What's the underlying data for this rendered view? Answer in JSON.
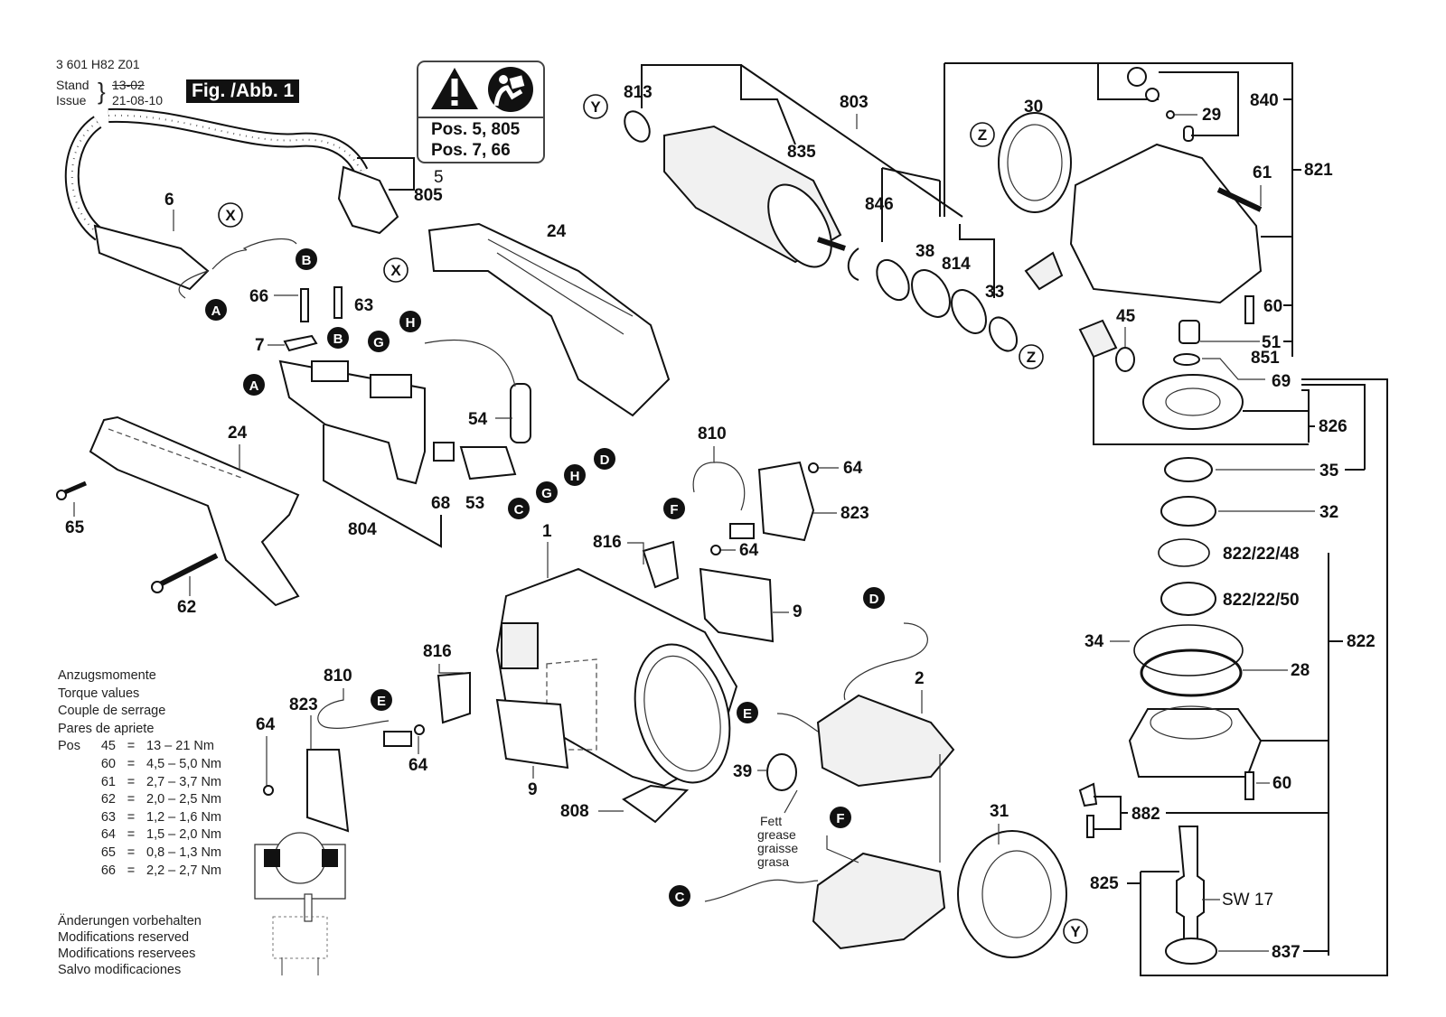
{
  "header": {
    "part_number": "3 601 H82 Z01",
    "stand_label": "Stand",
    "issue_label": "Issue",
    "old_date": "13-02",
    "date": "21-08-10",
    "figure_label": "Fig. /Abb. 1"
  },
  "warning_box": {
    "icons": [
      "warning-triangle-icon",
      "read-manual-icon"
    ],
    "lines": [
      "Pos. 5, 805",
      "Pos. 7, 66"
    ]
  },
  "torque_table": {
    "titles": [
      "Anzugsmomente",
      "Torque values",
      "Couple de serrage",
      "Pares de apriete"
    ],
    "pos_label": "Pos",
    "rows": [
      {
        "pos": "45",
        "value": "13  – 21 Nm"
      },
      {
        "pos": "60",
        "value": "4,5 – 5,0 Nm"
      },
      {
        "pos": "61",
        "value": "2,7 – 3,7 Nm"
      },
      {
        "pos": "62",
        "value": "2,0 – 2,5 Nm"
      },
      {
        "pos": "63",
        "value": "1,2 – 1,6 Nm"
      },
      {
        "pos": "64",
        "value": "1,5 – 2,0 Nm"
      },
      {
        "pos": "65",
        "value": "0,8 – 1,3 Nm"
      },
      {
        "pos": "66",
        "value": "2,2 – 2,7 Nm"
      }
    ]
  },
  "modifications_note": [
    "Änderungen vorbehalten",
    "Modifications reserved",
    "Modifications reservees",
    "Salvo modificaciones"
  ],
  "grease_note": [
    "Fett",
    "grease",
    "graisse",
    "grasa"
  ],
  "wrench_size": "SW 17",
  "connectors": {
    "A": "A",
    "B": "B",
    "C": "C",
    "D": "D",
    "E": "E",
    "F": "F",
    "G": "G",
    "H": "H",
    "X": "X",
    "Y": "Y",
    "Z": "Z"
  },
  "part_labels": {
    "p1": "1",
    "p2": "2",
    "p5": "5",
    "p6": "6",
    "p7": "7",
    "p9a": "9",
    "p9b": "9",
    "p24a": "24",
    "p24b": "24",
    "p28": "28",
    "p29": "29",
    "p30": "30",
    "p31": "31",
    "p32": "32",
    "p33": "33",
    "p34": "34",
    "p35": "35",
    "p38": "38",
    "p39": "39",
    "p45": "45",
    "p51": "51",
    "p53": "53",
    "p54": "54",
    "p60a": "60",
    "p60b": "60",
    "p61": "61",
    "p62": "62",
    "p63": "63",
    "p64a": "64",
    "p64b": "64",
    "p64c": "64",
    "p64d": "64",
    "p65": "65",
    "p66": "66",
    "p68": "68",
    "p69": "69",
    "p803": "803",
    "p804": "804",
    "p805": "805",
    "p808": "808",
    "p810a": "810",
    "p810b": "810",
    "p813": "813",
    "p814": "814",
    "p816a": "816",
    "p816b": "816",
    "p821": "821",
    "p822": "822",
    "p822_22_48": "822/22/48",
    "p822_22_50": "822/22/50",
    "p823a": "823",
    "p823b": "823",
    "p825": "825",
    "p826": "826",
    "p835": "835",
    "p837": "837",
    "p840": "840",
    "p846": "846",
    "p851": "851",
    "p882": "882"
  }
}
